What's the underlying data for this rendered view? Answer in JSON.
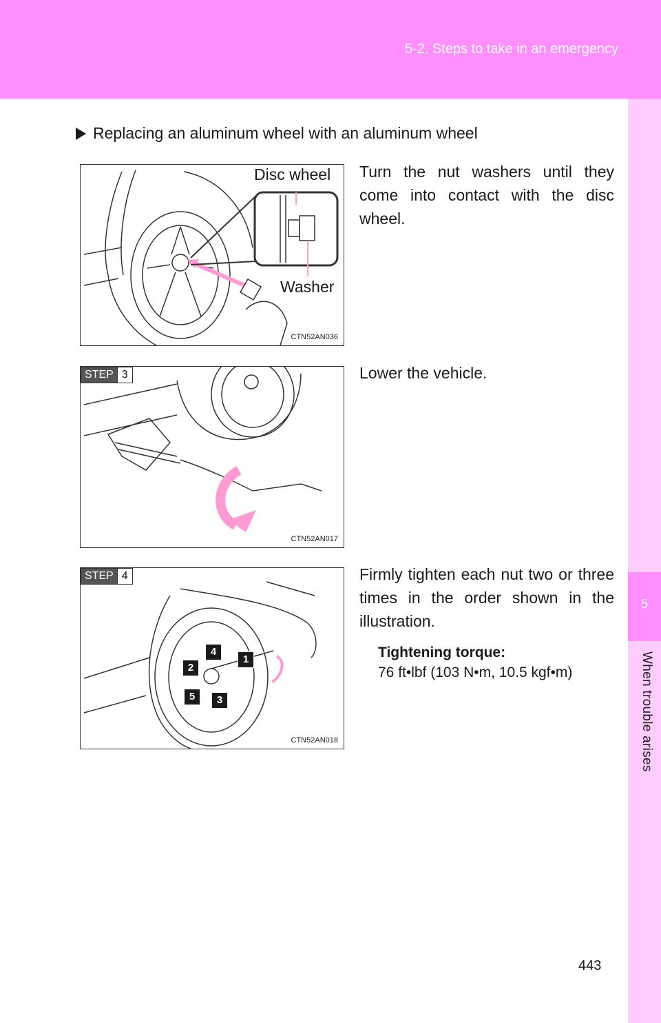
{
  "header": {
    "section": "5-2. Steps to take in an emergency"
  },
  "sidebar": {
    "chapter_number": "5",
    "chapter_title": "When trouble arises"
  },
  "heading": "Replacing an aluminum wheel with an aluminum wheel",
  "figure1": {
    "label_disc_wheel": "Disc wheel",
    "label_washer": "Washer",
    "code": "CTN52AN036",
    "text": "Turn the nut washers until they come into contact with the disc wheel."
  },
  "step3": {
    "step_label": "STEP",
    "step_number": "3",
    "code": "CTN52AN017",
    "text": "Lower the vehicle."
  },
  "step4": {
    "step_label": "STEP",
    "step_number": "4",
    "code": "CTN52AN018",
    "text": "Firmly tighten each nut two or three times in the order shown in the illustration.",
    "torque_label": "Tightening torque:",
    "torque_value": "76 ft•lbf (103 N•m, 10.5 kgf•m)",
    "order": [
      "1",
      "2",
      "3",
      "4",
      "5"
    ]
  },
  "page_number": "443",
  "colors": {
    "header_pink": "#ff8fff",
    "sidebar_pink": "#ffccff",
    "arrow_pink": "#ff9ad5"
  }
}
